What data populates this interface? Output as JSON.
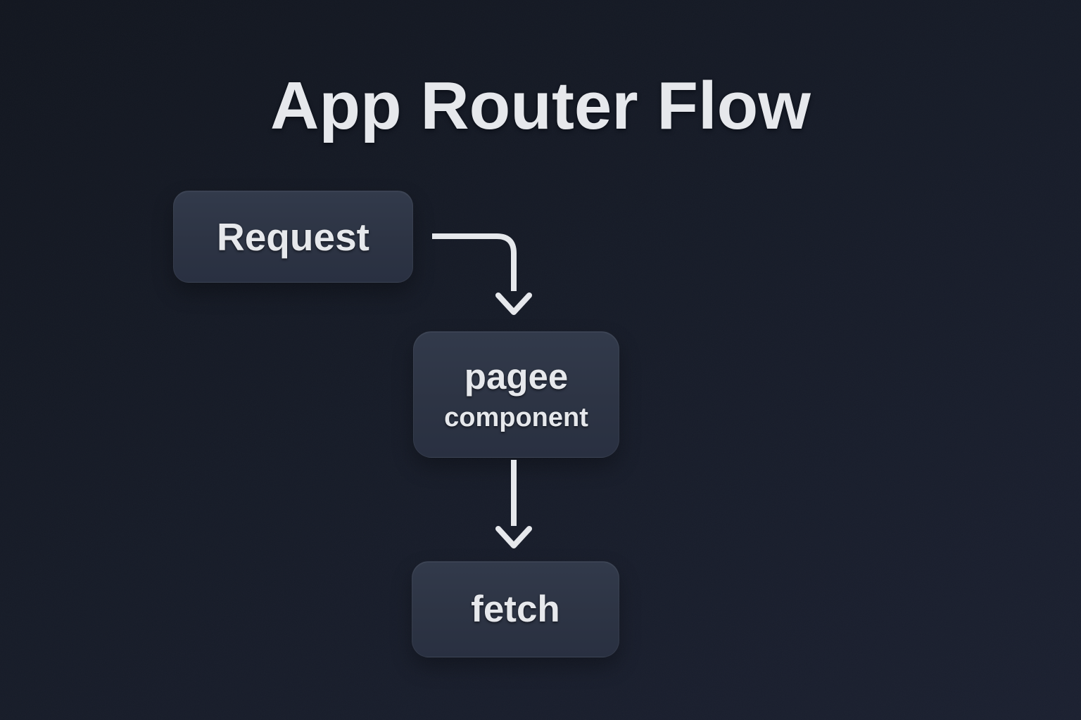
{
  "title": "App Router Flow",
  "nodes": {
    "request": {
      "label": "Request"
    },
    "page_component": {
      "title": "pagee",
      "subtitle": "component"
    },
    "fetch": {
      "label": "fetch"
    }
  },
  "edges": [
    {
      "from": "request",
      "to": "page_component",
      "style": "elbow-right-then-down",
      "arrowhead": "chevron"
    },
    {
      "from": "page_component",
      "to": "fetch",
      "style": "straight-down",
      "arrowhead": "chevron"
    }
  ],
  "colors": {
    "background": "#161b27",
    "background_edge": "#12161f",
    "node_fill": "#2d3444",
    "text": "#e6e8ec",
    "arrow": "#e6e8ec"
  }
}
